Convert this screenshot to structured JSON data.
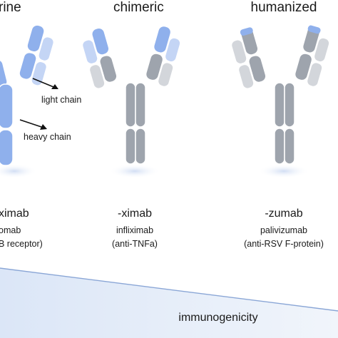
{
  "columns": [
    {
      "id": "murine",
      "title": "rine",
      "suffix": "ximab",
      "example_name": "omab",
      "example_target": "B receptor)",
      "variable_color": "#8fb0ec",
      "constant_color": "#8fb0ec"
    },
    {
      "id": "chimeric",
      "title": "chimeric",
      "suffix": "-ximab",
      "example_name": "infliximab",
      "example_target": "(anti-TNFa)",
      "variable_color": "#8fb0ec",
      "constant_color": "#9ea4ad"
    },
    {
      "id": "humanized",
      "title": "humanized",
      "suffix": "-zumab",
      "example_name": "palivizumab",
      "example_target": "(anti-RSV F-protein)",
      "variable_color": "#8fb0ec",
      "constant_color": "#9ea4ad"
    }
  ],
  "annotations": {
    "light_chain": "light chain",
    "heavy_chain": "heavy chain"
  },
  "axis": {
    "label": "immunogenicity",
    "direction": "decreasing"
  },
  "colors": {
    "murine_blue": "#8fb0ec",
    "human_gray": "#9ea4ad",
    "text": "#1a1a1a",
    "wedge": "#e6eef9"
  }
}
